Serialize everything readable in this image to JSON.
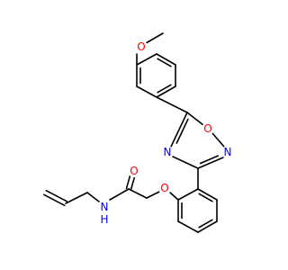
{
  "molecule": {
    "colors": {
      "bond": "#000000",
      "oxygen": "#ff0000",
      "nitrogen": "#0000ff",
      "background": "#ffffff"
    },
    "labels": {
      "methoxy_oxygen": "O",
      "ring_oxygen": "O",
      "ring_n_left": "N",
      "ring_n_right": "N",
      "carbonyl_oxygen": "O",
      "ether_oxygen": "O",
      "amide_n": "N",
      "amide_h": "H"
    }
  }
}
